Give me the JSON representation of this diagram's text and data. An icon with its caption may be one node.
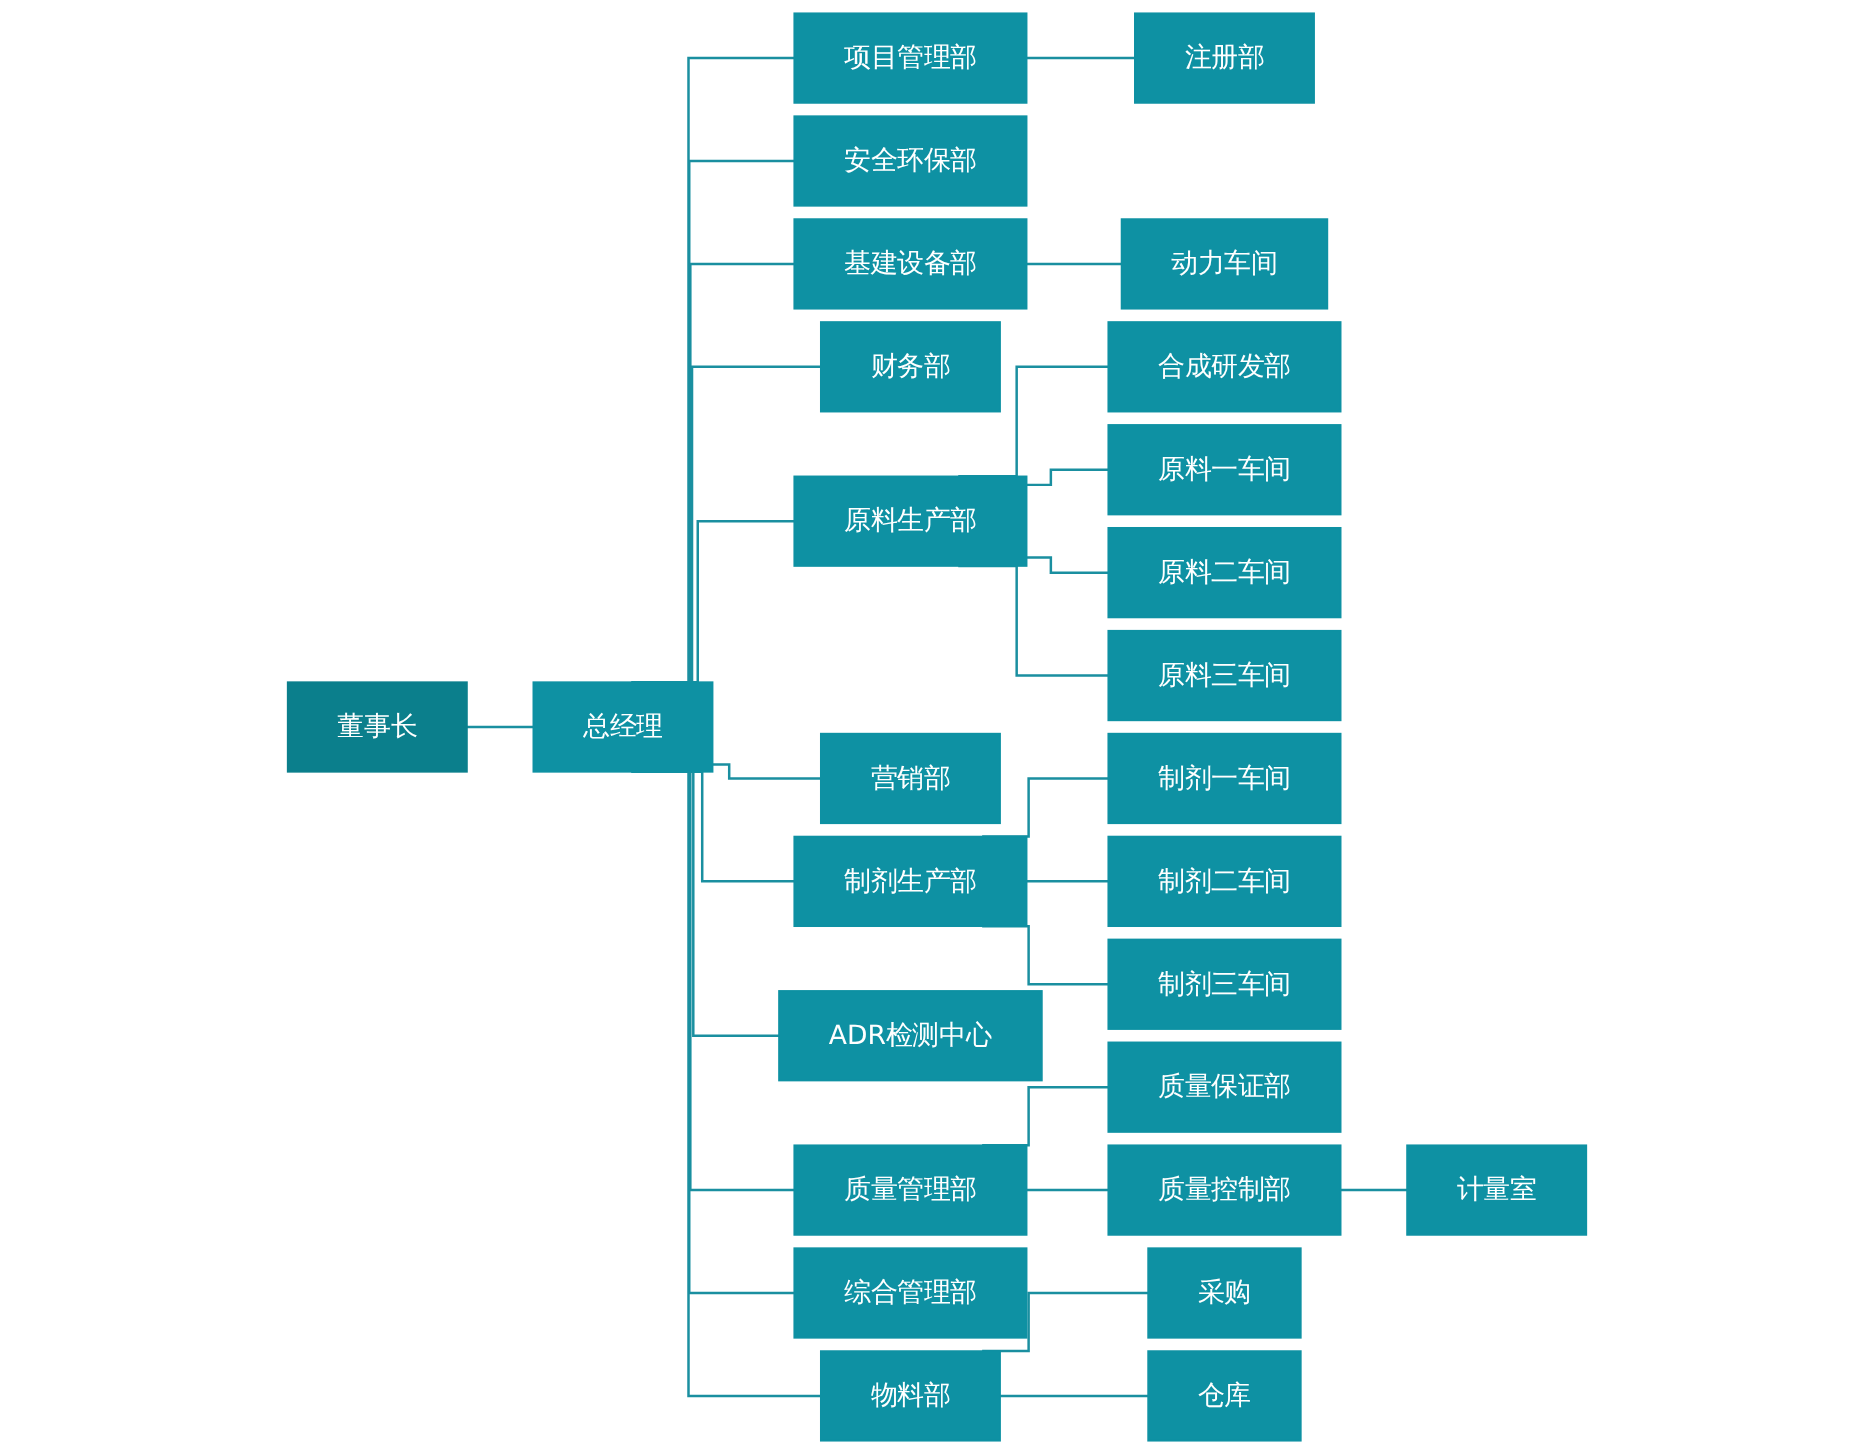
{
  "diagram": {
    "nodes": [
      {
        "text": [
          "董事长"
        ]
      },
      {
        "text": [
          "总经理"
        ]
      },
      {
        "text": [
          "项目管理部"
        ]
      },
      {
        "text": [
          "注册部"
        ]
      },
      {
        "text": [
          "安全环保部"
        ]
      },
      {
        "text": [
          "基建设备部"
        ]
      },
      {
        "text": [
          "动力车间"
        ]
      },
      {
        "text": [
          "财务部"
        ]
      },
      {
        "text": [
          "原料生产部"
        ]
      },
      {
        "text": [
          "合成研发部"
        ]
      },
      {
        "text": [
          "原料一车间"
        ]
      },
      {
        "text": [
          "原料二车间"
        ]
      },
      {
        "text": [
          "原料三车间"
        ]
      },
      {
        "text": [
          "营销部"
        ]
      },
      {
        "text": [
          "制剂生产部"
        ]
      },
      {
        "text": [
          "制剂一车间"
        ]
      },
      {
        "text": [
          "制剂二车间"
        ]
      },
      {
        "text": [
          "制剂三车间"
        ]
      },
      {
        "text": [
          "ADR检测中心"
        ]
      },
      {
        "text": [
          "质量管理部"
        ]
      },
      {
        "text": [
          "质量保证部"
        ]
      },
      {
        "text": [
          "质量控制部"
        ]
      },
      {
        "text": [
          "计量室"
        ]
      },
      {
        "text": [
          "综合管理部"
        ]
      },
      {
        "text": [
          "物料部"
        ]
      },
      {
        "text": [
          "采购"
        ]
      },
      {
        "text": [
          "仓库"
        ]
      }
    ],
    "edges": [
      {
        "from": 0,
        "to": 1,
        "arrow": "none"
      },
      {
        "from": 1,
        "to": 2,
        "arrow": "none"
      },
      {
        "from": 1,
        "to": 4,
        "arrow": "none"
      },
      {
        "from": 1,
        "to": 5,
        "arrow": "none"
      },
      {
        "from": 1,
        "to": 7,
        "arrow": "none"
      },
      {
        "from": 1,
        "to": 8,
        "arrow": "none"
      },
      {
        "from": 1,
        "to": 13,
        "arrow": "none"
      },
      {
        "from": 1,
        "to": 14,
        "arrow": "none"
      },
      {
        "from": 1,
        "to": 18,
        "arrow": "none"
      },
      {
        "from": 1,
        "to": 19,
        "arrow": "none"
      },
      {
        "from": 1,
        "to": 23,
        "arrow": "none"
      },
      {
        "from": 1,
        "to": 24,
        "arrow": "none"
      },
      {
        "from": 2,
        "to": 3,
        "arrow": "none"
      },
      {
        "from": 5,
        "to": 6,
        "arrow": "none"
      },
      {
        "from": 8,
        "to": 9,
        "arrow": "none"
      },
      {
        "from": 8,
        "to": 10,
        "arrow": "none"
      },
      {
        "from": 8,
        "to": 11,
        "arrow": "none"
      },
      {
        "from": 8,
        "to": 12,
        "arrow": "none"
      },
      {
        "from": 14,
        "to": 15,
        "arrow": "none"
      },
      {
        "from": 14,
        "to": 16,
        "arrow": "none"
      },
      {
        "from": 14,
        "to": 17,
        "arrow": "none"
      },
      {
        "from": 19,
        "to": 20,
        "arrow": "none"
      },
      {
        "from": 19,
        "to": 21,
        "arrow": "none"
      },
      {
        "from": 21,
        "to": 22,
        "arrow": "none"
      },
      {
        "from": 24,
        "to": 25,
        "arrow": "none"
      },
      {
        "from": 24,
        "to": 26,
        "arrow": "none"
      }
    ]
  }
}
